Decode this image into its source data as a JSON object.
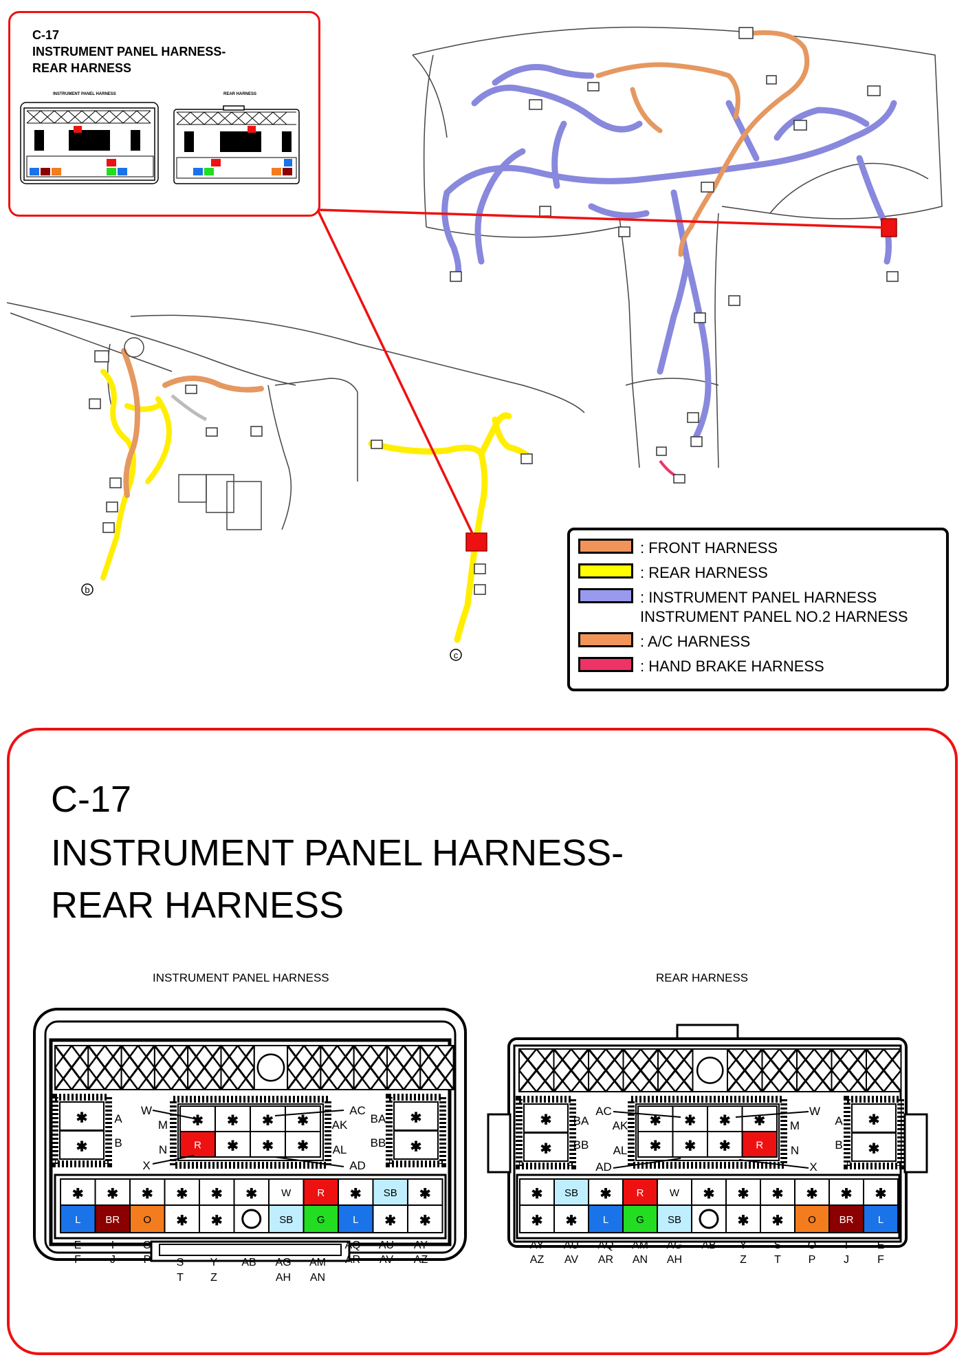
{
  "inset": {
    "code": "C-17",
    "title_line1": "INSTRUMENT PANEL HARNESS-",
    "title_line2": "REAR HARNESS",
    "left_label": "INSTRUMENT PANEL HARNESS",
    "right_label": "REAR HARNESS"
  },
  "markers": {
    "b": "b",
    "c": "c"
  },
  "legend": {
    "items": [
      {
        "color": "#f0945a",
        "label": ": FRONT HARNESS"
      },
      {
        "color": "#ffff00",
        "label": ": REAR HARNESS"
      },
      {
        "color": "#9999ee",
        "label": ": INSTRUMENT PANEL HARNESS\nINSTRUMENT PANEL NO.2 HARNESS"
      },
      {
        "color": "#f0945a",
        "label": ": A/C HARNESS"
      },
      {
        "color": "#ee3366",
        "label": ": HAND BRAKE HARNESS"
      }
    ]
  },
  "detail": {
    "code": "C-17",
    "title_line1": "INSTRUMENT PANEL HARNESS-",
    "title_line2": "REAR HARNESS"
  },
  "ip_connector": {
    "label": "INSTRUMENT PANEL HARNESS",
    "left_cavities": [
      "A",
      "B"
    ],
    "right_cavities": [
      "BA",
      "BB"
    ],
    "center_pins": {
      "W": "W",
      "M": "M",
      "N": "N",
      "X": "X",
      "AC": "AC",
      "AK": "AK",
      "AL": "AL",
      "AD": "AD"
    },
    "center_row1": [
      "*",
      "*",
      "*",
      "*"
    ],
    "center_row2": [
      "R",
      "*",
      "*",
      "*"
    ],
    "row1": [
      "*",
      "*",
      "*",
      "*",
      "*",
      "*",
      "W",
      "R",
      "*",
      "SB",
      "*"
    ],
    "row2": [
      "L",
      "BR",
      "O",
      "*",
      "*",
      "O",
      "SB",
      "G",
      "L",
      "*",
      "*"
    ],
    "bottom_top": [
      "E",
      "I",
      "O",
      "",
      "",
      "",
      "",
      "",
      "AQ",
      "AU",
      "AY"
    ],
    "bottom_bottom": [
      "F",
      "J",
      "P",
      "S",
      "Y",
      "AB",
      "AG",
      "AM",
      "AR",
      "AV",
      "AZ"
    ],
    "bottom_extra": [
      "T",
      "Z",
      "AH",
      "AN"
    ]
  },
  "rear_connector": {
    "label": "REAR HARNESS",
    "left_cavities": [
      "BA",
      "BB"
    ],
    "right_cavities": [
      "A",
      "B"
    ],
    "center_pins": {
      "AC": "AC",
      "AK": "AK",
      "AL": "AL",
      "AD": "AD",
      "W": "W",
      "M": "M",
      "N": "N",
      "X": "X"
    },
    "center_row1": [
      "*",
      "*",
      "*",
      "*"
    ],
    "center_row2": [
      "*",
      "*",
      "*",
      "R"
    ],
    "row1": [
      "*",
      "SB",
      "*",
      "R",
      "W",
      "*",
      "*",
      "*",
      "*",
      "*"
    ],
    "row2": [
      "*",
      "*",
      "L",
      "G",
      "SB",
      "O",
      "*",
      "*",
      "O",
      "BR",
      "L"
    ],
    "bottom_top": [
      "AY",
      "AU",
      "AQ",
      "AM",
      "AG",
      "AB",
      "Y",
      "S",
      "O",
      "I",
      "E"
    ],
    "bottom_bottom": [
      "AZ",
      "AV",
      "AR",
      "AN",
      "AH",
      "",
      "Z",
      "T",
      "P",
      "J",
      "F"
    ]
  },
  "pin_colors": {
    "R": "#ee1111",
    "BR": "#8b0000",
    "O": "#f27c1e",
    "G": "#22dd22",
    "L": "#1a73e8",
    "SB": "#bfefff",
    "W": "#ffffff"
  }
}
